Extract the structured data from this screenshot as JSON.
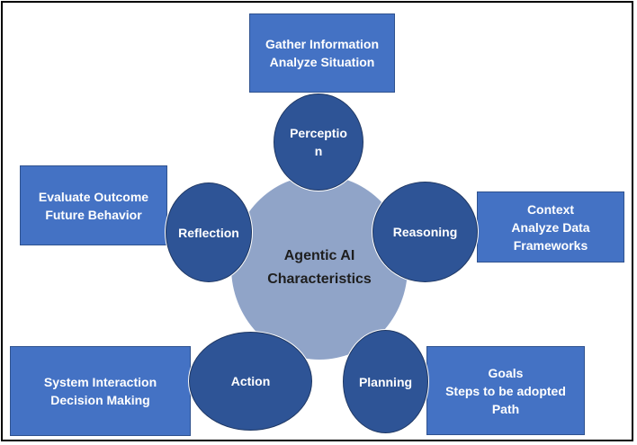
{
  "diagram": {
    "center": {
      "line1": "Agentic AI",
      "line2": "Characteristics"
    },
    "nodes": {
      "perception": "Perception",
      "reasoning": "Reasoning",
      "planning": "Planning",
      "action": "Action",
      "reflection": "Reflection"
    },
    "boxes": {
      "perception": [
        "Gather Information",
        "Analyze Situation"
      ],
      "reasoning": [
        "Context",
        "Analyze Data",
        "Frameworks"
      ],
      "planning": [
        "Goals",
        "Steps to be adopted",
        "Path"
      ],
      "action": [
        "System Interaction",
        "Decision Making"
      ],
      "reflection": [
        "Evaluate Outcome",
        "Future Behavior"
      ]
    },
    "colors": {
      "box_fill": "#4472C4",
      "node_fill": "#2E5496",
      "center_fill": "#90a4c8"
    }
  }
}
